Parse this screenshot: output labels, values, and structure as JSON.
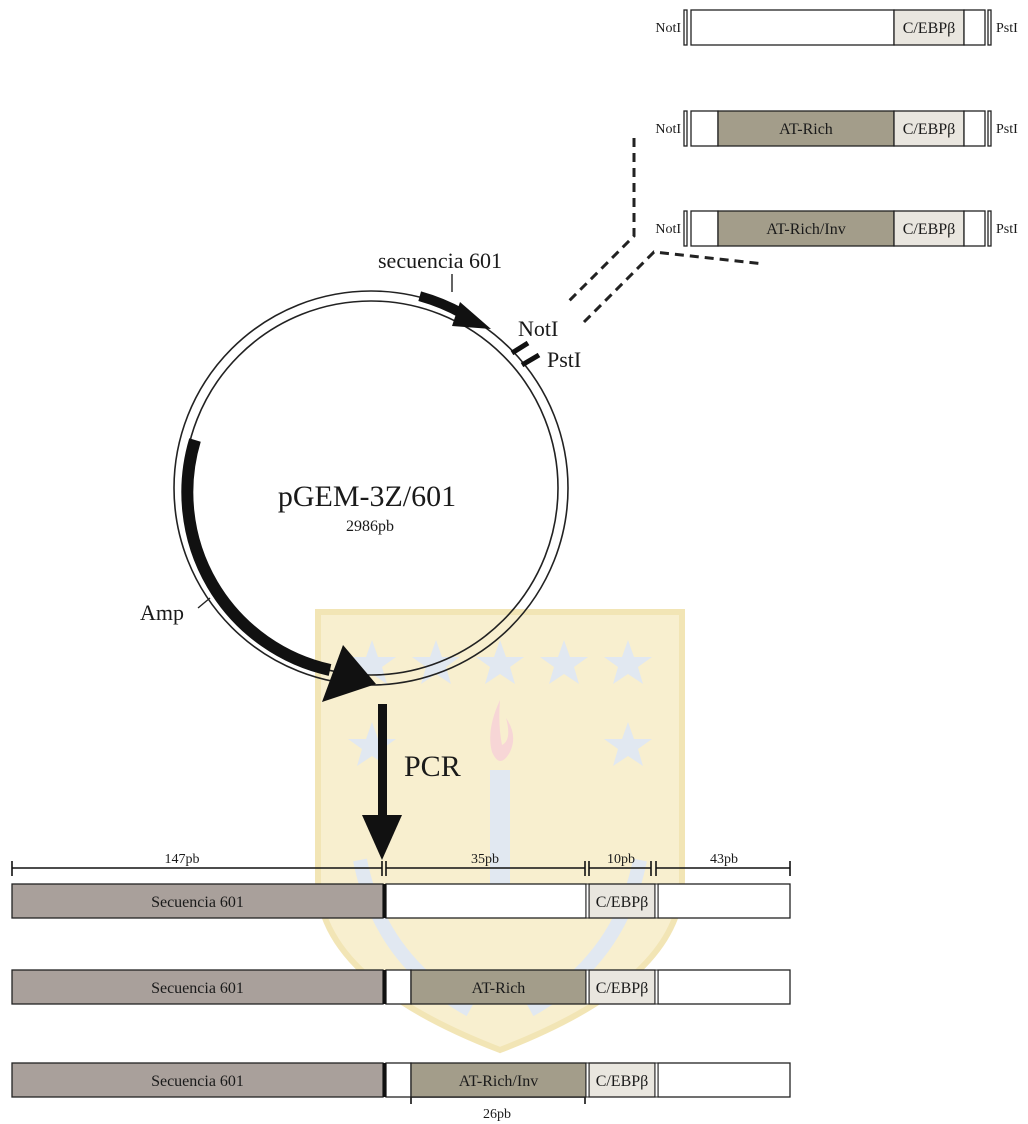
{
  "colors": {
    "seq601": "#a9a09b",
    "atrich": "#a39d8a",
    "cebp": "#e9e6df",
    "empty": "#ffffff",
    "line": "#222222",
    "watermark_blue": "#c9d6e6",
    "watermark_gold": "#f3e3a8",
    "watermark_flame": "#f2b6b6"
  },
  "watermark": {
    "icon": "university-seal-watermark"
  },
  "inserts": [
    {
      "left": "NotI",
      "right": "PstI",
      "segments": [
        "",
        "C/EBPβ",
        ""
      ]
    },
    {
      "left": "NotI",
      "right": "PstI",
      "segments": [
        "",
        "AT-Rich",
        "C/EBPβ",
        ""
      ]
    },
    {
      "left": "NotI",
      "right": "PstI",
      "segments": [
        "",
        "AT-Rich/Inv",
        "C/EBPβ",
        ""
      ]
    }
  ],
  "plasmid": {
    "name": "pGEM-3Z/601",
    "size": "2986pb",
    "features": {
      "seq601": "secuencia 601",
      "amp": "Amp",
      "noti": "NotI",
      "psti": "PstI"
    }
  },
  "pcr_label": "PCR",
  "scale": {
    "s147": "147pb",
    "s35": "35pb",
    "s10": "10pb",
    "s43": "43pb",
    "s26": "26pb"
  },
  "products": [
    {
      "segments": [
        "Secuencia 601",
        "",
        "C/EBPβ",
        ""
      ]
    },
    {
      "segments": [
        "Secuencia 601",
        "",
        "AT-Rich",
        "C/EBPβ",
        ""
      ]
    },
    {
      "segments": [
        "Secuencia 601",
        "",
        "AT-Rich/Inv",
        "C/EBPβ",
        ""
      ]
    }
  ]
}
